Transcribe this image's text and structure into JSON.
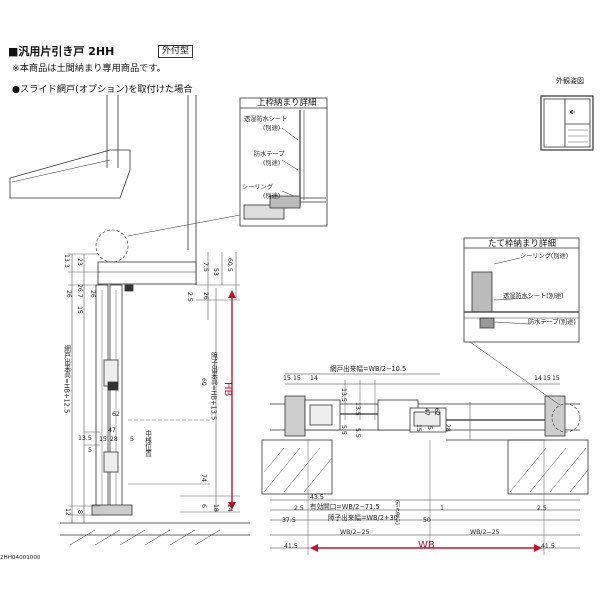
{
  "header": {
    "title": "■汎用片引き戸 2HH",
    "badge": "外付型",
    "note": "※本商品は土間納まり専用商品です。",
    "bullet": "●スライド網戸(オプション)を取付けた場合"
  },
  "exterior_view": {
    "label": "外観姿図"
  },
  "top_detail": {
    "title": "上枠納まり詳細",
    "labels": [
      "透湿防水シート",
      "(別途)",
      "防水テープ",
      "(別途)",
      "シーリング",
      "(別途)"
    ]
  },
  "side_detail": {
    "title": "たて枠納まり詳細",
    "labels": [
      "シーリング(別途)",
      "透湿防水シート(別途)",
      "防水テープ(別途)"
    ]
  },
  "vertical_section": {
    "dims_left": [
      "13.3",
      "23",
      "26.7",
      "26",
      "15",
      "13.5",
      "5",
      "12",
      "8"
    ],
    "dims_top": [
      "7.5",
      "60.5",
      "53",
      "2.5",
      "26"
    ],
    "dims_inner": [
      "26",
      "60",
      "47",
      "62",
      "28",
      "15",
      "5",
      "74",
      "6",
      "18",
      "24"
    ],
    "labels": {
      "screen_h": "網戸出来高=HB+12.5",
      "door_h": "障子出来高=HB+13.5",
      "centerline": "中桟位置",
      "HB": "HB"
    }
  },
  "horizontal_section": {
    "dims_top": [
      "15",
      "15",
      "14",
      "13.5",
      "14",
      "15",
      "15",
      "5.5",
      "13.5",
      "47",
      "5.5",
      "62",
      "28",
      "15",
      "5"
    ],
    "labels": {
      "screen_w": "網戸出来幅=WB/2−10.5",
      "open_w": "有効開口=WB/2−71.5",
      "door_w": "障子出来幅=WB/2+30",
      "half_left": "WB/2−25",
      "half_right": "WB/2−25",
      "WB": "WB",
      "center": "(引き違い)"
    },
    "dims_bottom": [
      "43.5",
      "2.5",
      "37.5",
      "50",
      "1",
      "2.5",
      "41.5",
      "41.5"
    ]
  },
  "footer": {
    "code": "2HH04001000"
  },
  "colors": {
    "accent": "#c8102e",
    "line": "#333333"
  }
}
